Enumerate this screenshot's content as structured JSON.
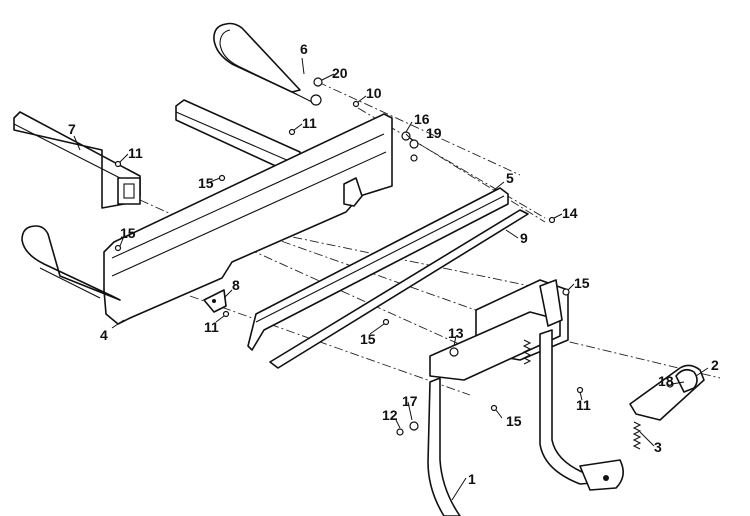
{
  "callouts": [
    {
      "id": "c1",
      "label": "1"
    },
    {
      "id": "c2",
      "label": "2"
    },
    {
      "id": "c3",
      "label": "3"
    },
    {
      "id": "c4",
      "label": "4"
    },
    {
      "id": "c5",
      "label": "5"
    },
    {
      "id": "c6",
      "label": "6"
    },
    {
      "id": "c7",
      "label": "7"
    },
    {
      "id": "c8",
      "label": "8"
    },
    {
      "id": "c9",
      "label": "9"
    },
    {
      "id": "c10",
      "label": "10"
    },
    {
      "id": "c11a",
      "label": "11"
    },
    {
      "id": "c11b",
      "label": "11"
    },
    {
      "id": "c11c",
      "label": "11"
    },
    {
      "id": "c11d",
      "label": "11"
    },
    {
      "id": "c12",
      "label": "12"
    },
    {
      "id": "c13",
      "label": "13"
    },
    {
      "id": "c14",
      "label": "14"
    },
    {
      "id": "c15a",
      "label": "15"
    },
    {
      "id": "c15b",
      "label": "15"
    },
    {
      "id": "c15c",
      "label": "15"
    },
    {
      "id": "c15d",
      "label": "15"
    },
    {
      "id": "c15e",
      "label": "15"
    },
    {
      "id": "c16",
      "label": "16"
    },
    {
      "id": "c17",
      "label": "17"
    },
    {
      "id": "c18",
      "label": "18"
    },
    {
      "id": "c19",
      "label": "19"
    },
    {
      "id": "c20",
      "label": "20"
    }
  ]
}
